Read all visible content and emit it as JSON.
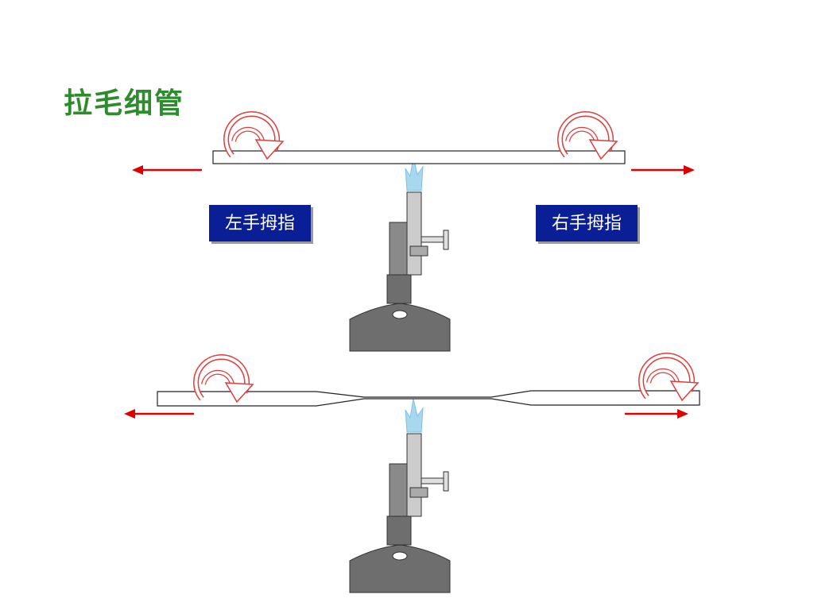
{
  "slide": {
    "title": "拉毛细管",
    "left_label": "左手拇指",
    "right_label": "右手拇指"
  },
  "colors": {
    "title": "#2e8b2e",
    "label_bg": "#0a1e96",
    "arrow": "#e00000",
    "flame": "#a8d8f0",
    "burner_dark": "#6e6e6e",
    "burner_light": "#c8c8c8"
  },
  "icons": [
    "rotation-arrow-icon",
    "pull-arrow-icon",
    "flame-icon",
    "bunsen-burner-icon"
  ]
}
